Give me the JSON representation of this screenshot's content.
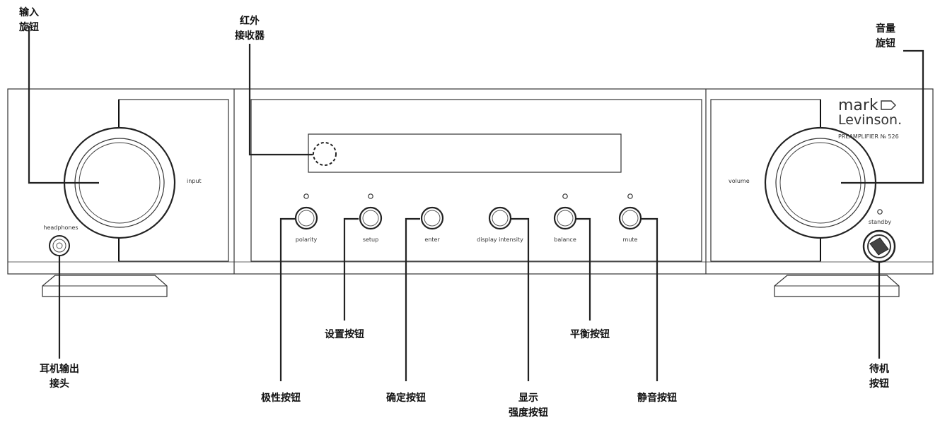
{
  "callouts": {
    "input_knob": [
      "输入",
      "旋钮"
    ],
    "ir_receiver": [
      "红外",
      "接收器"
    ],
    "volume_knob": [
      "音量",
      "旋钮"
    ],
    "headphone_jack": [
      "耳机输出",
      "接头"
    ],
    "polarity_button": [
      "极性按钮"
    ],
    "setup_button": [
      "设置按钮"
    ],
    "enter_button": [
      "确定按钮"
    ],
    "display_intensity_button": [
      "显示",
      "强度按钮"
    ],
    "balance_button": [
      "平衡按钮"
    ],
    "mute_button": [
      "静音按钮"
    ],
    "standby_button": [
      "待机",
      "按钮"
    ]
  },
  "panel": {
    "input": "input",
    "volume": "volume",
    "headphones": "headphones",
    "standby": "standby",
    "buttons": [
      "polarity",
      "setup",
      "enter",
      "display intensity",
      "balance",
      "mute"
    ],
    "brand_line1": "mark",
    "brand_line2": "Levinson.",
    "model": "PREAMPLIFIER № 526"
  }
}
